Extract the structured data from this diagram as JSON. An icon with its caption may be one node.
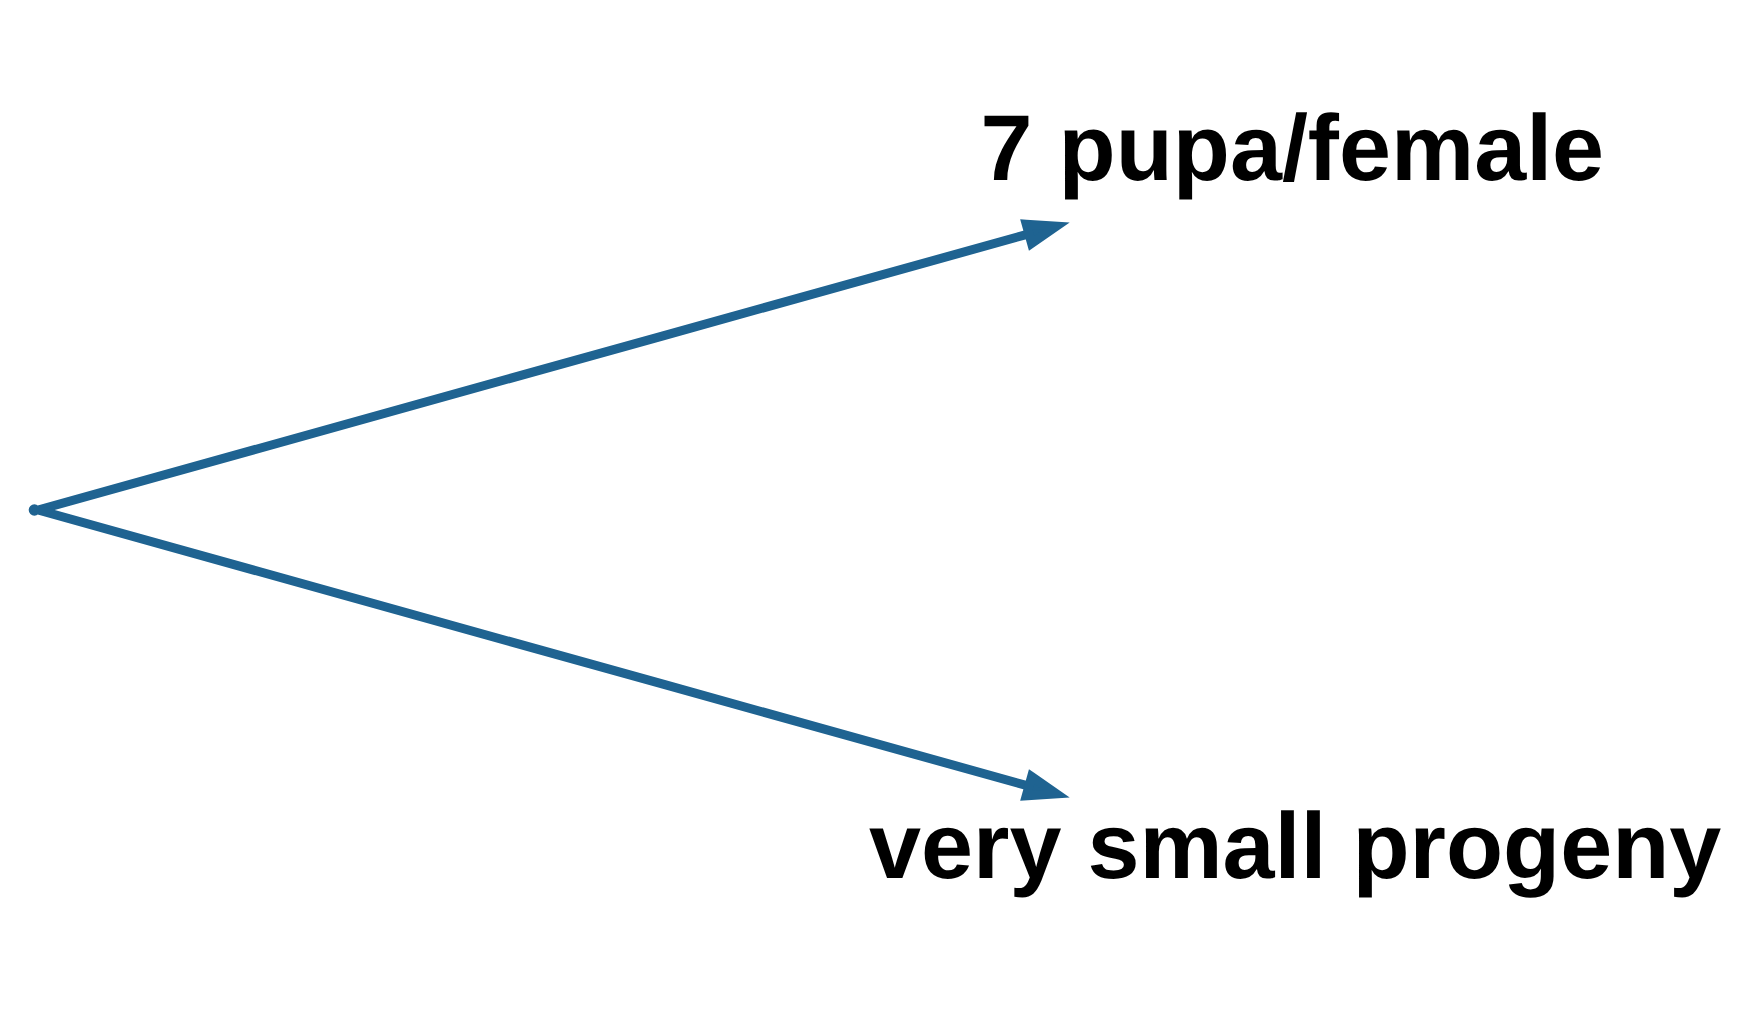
{
  "diagram": {
    "nodes": [
      {
        "text": [],
        "shape": "point"
      },
      {
        "text": [
          "7 pupa/female"
        ]
      },
      {
        "text": [
          "very small progeny"
        ]
      }
    ],
    "edges": [
      {
        "from": 0,
        "to": 1,
        "arrow": "to"
      },
      {
        "from": 0,
        "to": 2,
        "arrow": "to"
      }
    ]
  }
}
